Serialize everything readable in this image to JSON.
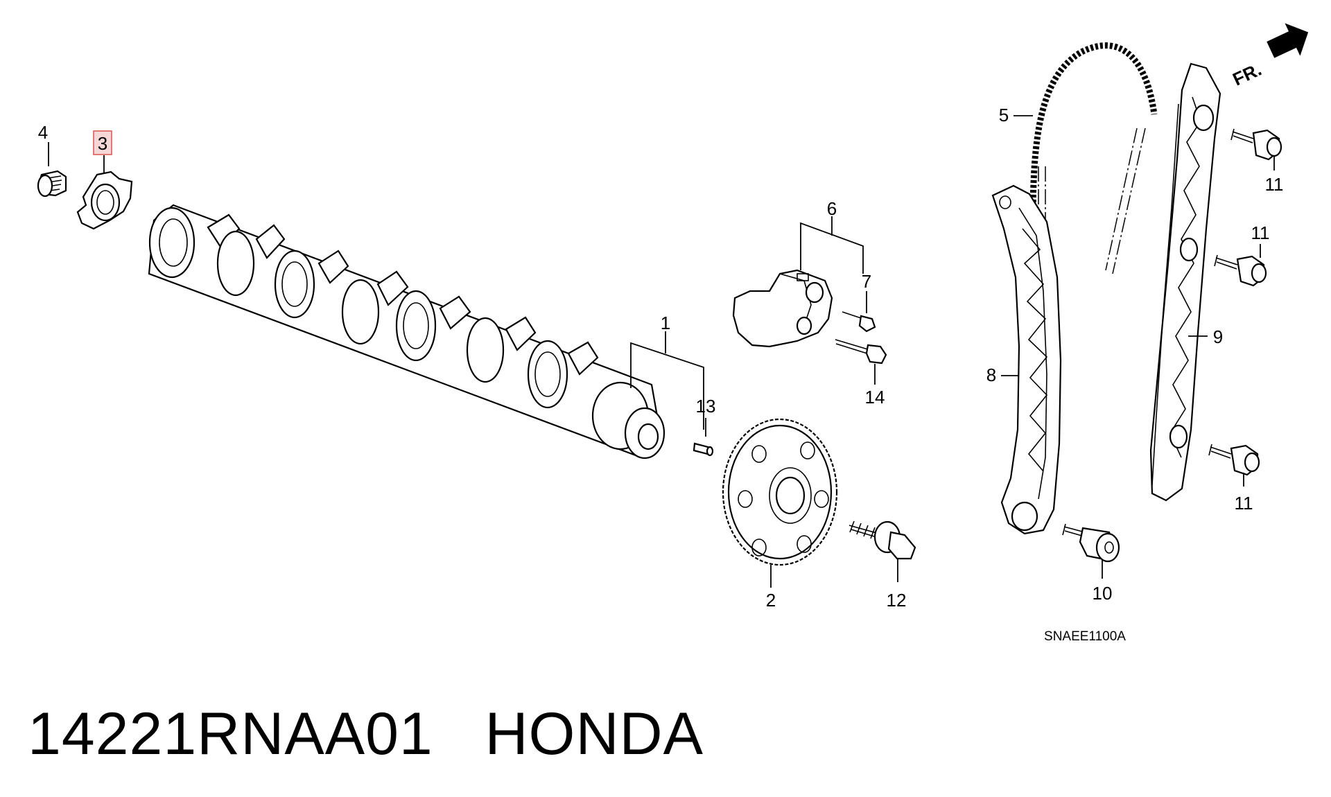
{
  "diagram": {
    "callouts": {
      "c1": "1",
      "c2": "2",
      "c3": "3",
      "c4": "4",
      "c5": "5",
      "c6": "6",
      "c7": "7",
      "c8": "8",
      "c9": "9",
      "c10": "10",
      "c11a": "11",
      "c11b": "11",
      "c11c": "11",
      "c12": "12",
      "c13": "13",
      "c14": "14"
    },
    "direction_label": "FR.",
    "drawing_code": "SNAEE1100A",
    "highlight_color": "#d9534f"
  },
  "footer": {
    "part_number": "14221RNAA01",
    "brand": "HONDA"
  }
}
